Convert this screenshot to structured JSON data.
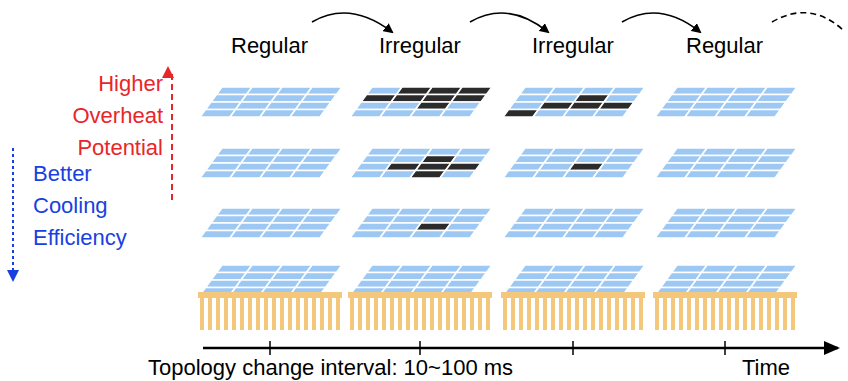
{
  "diagram": {
    "labels": [
      "Regular",
      "Irregular",
      "Irregular",
      "Regular",
      "Higher Overheat Potential",
      "Better Cooling Efficiency",
      "Topology change interval: 10~100 ms",
      "Time"
    ]
  }
}
